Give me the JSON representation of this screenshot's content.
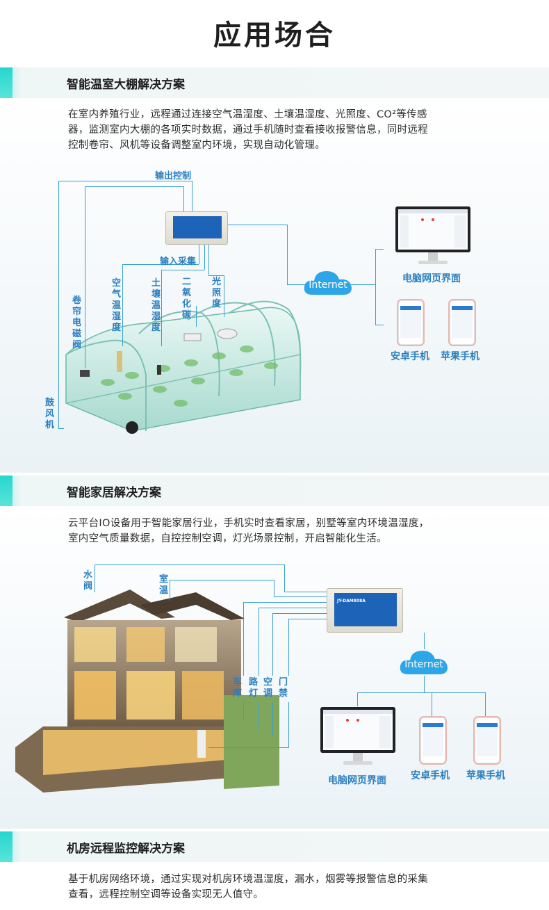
{
  "page_title": "应用场合",
  "colors": {
    "accent": "#25d6cf",
    "label_blue": "#2a7fc0",
    "line_blue": "#3a9fd4",
    "device_panel": "#1d63b8"
  },
  "sections": [
    {
      "title": "智能温室大棚解决方案",
      "text_lines": [
        "在室内养殖行业，远程通过连接空气温湿度、土壤温湿度、光照度、CO²等传感",
        "器，监测室内大棚的各项实时数据，通过手机随时查看接收报警信息，同时远程",
        "控制卷帘、风机等设备调整室内环境，实现自动化管理。"
      ],
      "labels": {
        "output_control": "输出控制",
        "input_collect": "输入采集",
        "air_temp": "空气温湿度",
        "soil_temp": "土壤温湿度",
        "co2": "二氧化碳",
        "light": "光照度",
        "curtain": "卷帘电磁阀",
        "fan": "鼓风机",
        "internet": "Internet",
        "pc": "电脑网页界面",
        "android": "安卓手机",
        "apple": "苹果手机"
      }
    },
    {
      "title": "智能家居解决方案",
      "text_lines": [
        "云平台IO设备用于智能家居行业，手机实时查看家居，别墅等室内环境温湿度，",
        "室内空气质量数据，自控控制空调，灯光场景控制，开启智能化生活。"
      ],
      "labels": {
        "water_valve": "水阀",
        "room_temp": "室温",
        "garage": "车库",
        "road_light": "路灯",
        "ac": "空调",
        "door": "门禁",
        "internet": "Internet",
        "pc": "电脑网页界面",
        "android": "安卓手机",
        "apple": "苹果手机"
      },
      "device_tag": "JY-DAM808A"
    },
    {
      "title": "机房远程监控解决方案",
      "text_lines": [
        "基于机房网络环境，通过实现对机房环境温湿度，漏水，烟雾等报警信息的采集",
        "查看，远程控制空调等设备实现无人值守。"
      ]
    }
  ]
}
